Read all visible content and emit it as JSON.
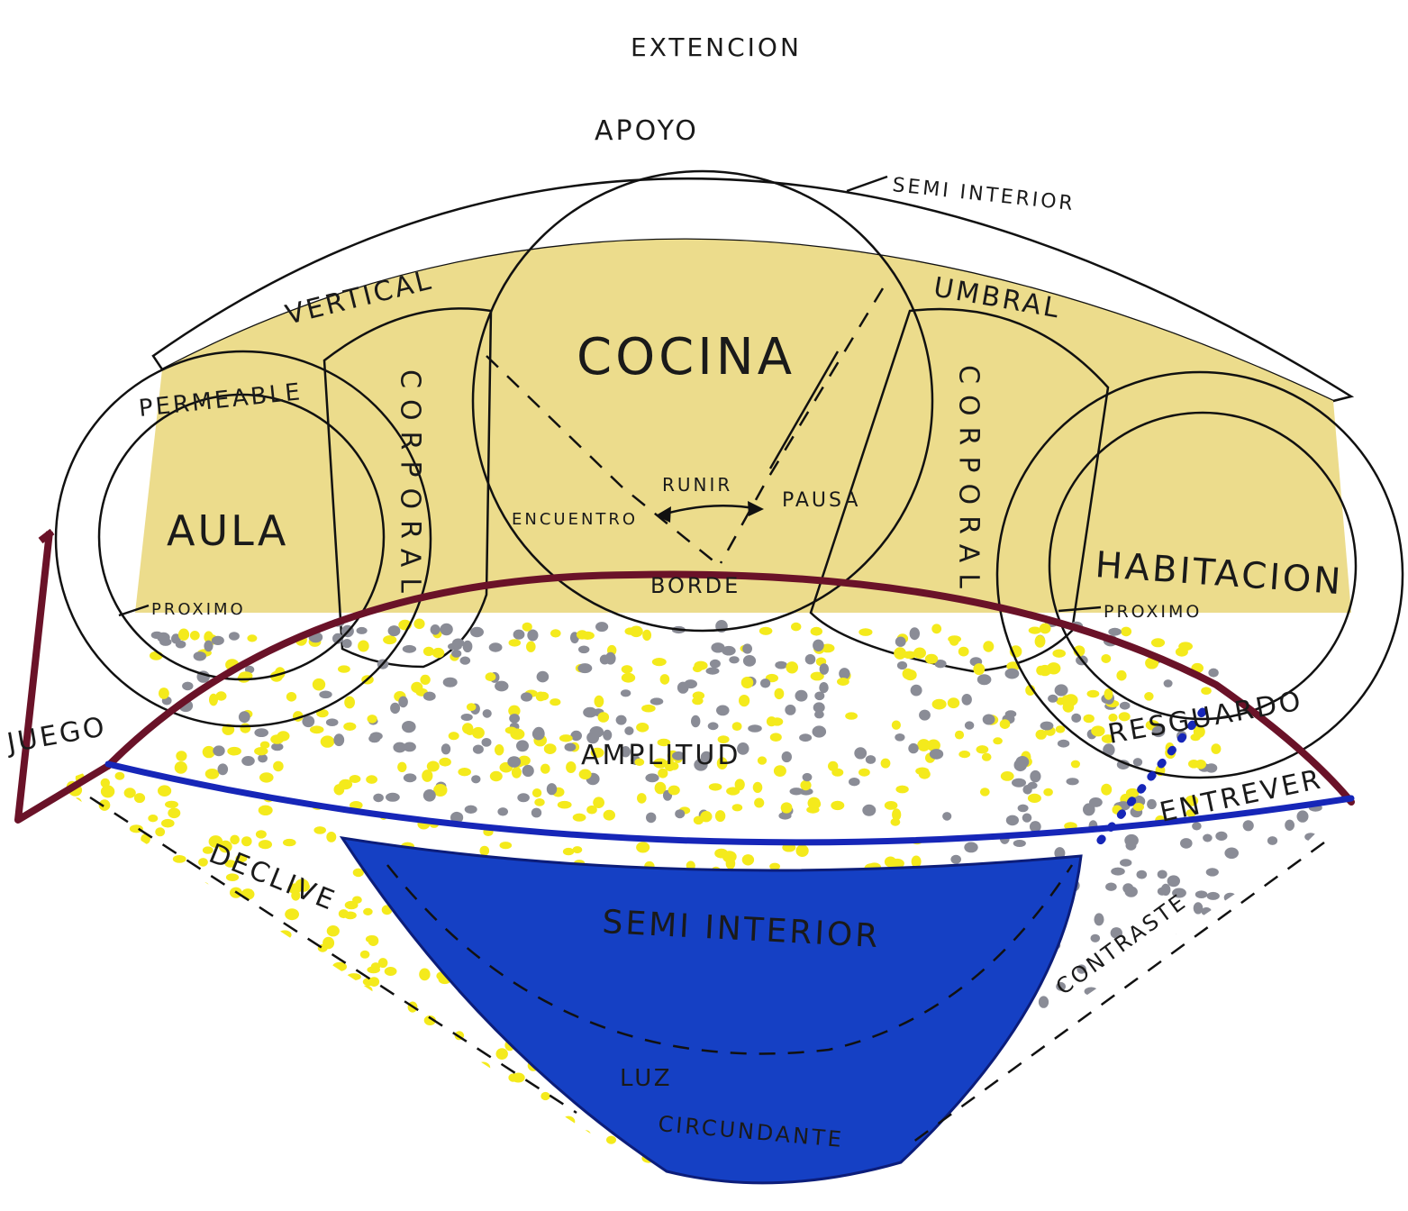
{
  "colors": {
    "apoyo": "#e0364f",
    "umbral_band": "#ecdc8c",
    "corporal": "#fbf186",
    "cocina": "#e48f1a",
    "aula": "#1c8a1f",
    "habitacion": "#ee71ec",
    "semi_interior": "#1540c4",
    "line_blue": "#1626b8",
    "line_maroon": "#6a1228",
    "dot_yellow": "#f4ea1c",
    "dot_gray": "#8a8c96"
  },
  "labels": {
    "extencion": "EXTENCION",
    "apoyo": "APOYO",
    "semi_interior_top": "SEMI INTERIOR",
    "vertical": "VERTICAL",
    "umbral": "UMBRAL",
    "cocina": "COCINA",
    "permeable": "PERMEABLE",
    "corporal_left": "CORPORAL",
    "corporal_right": "CORPORAL",
    "aula": "AULA",
    "proximo_aula": "PROXIMO",
    "runir": "RUNIR",
    "pausa": "PAUSA",
    "encuentro": "ENCUENTRO",
    "borde": "BORDE",
    "habitacion": "HABITACION",
    "proximo_hab": "PROXIMO",
    "juego": "JUEGO",
    "resguardo": "RESGUARDO",
    "amplitud": "AMPLITUD",
    "entrever": "ENTREVER",
    "declive": "DECLIVE",
    "semi_interior_bottom": "SEMI INTERIOR",
    "contraste": "CONTRASTE",
    "luz": "LUZ",
    "circundante": "CIRCUNDANTE"
  }
}
